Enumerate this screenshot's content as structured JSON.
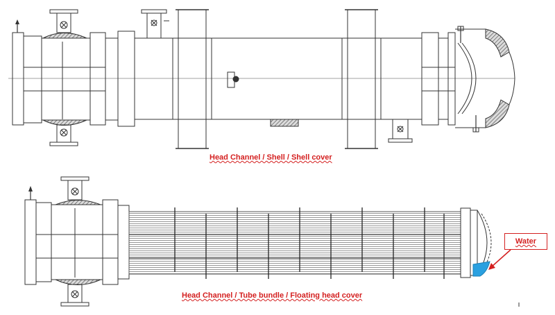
{
  "captions": {
    "top": "Head Channel / Shell / Shell cover",
    "bottom": "Head Channel / Tube bundle / Floating head cover"
  },
  "callout": {
    "label": "Water"
  },
  "colors": {
    "line": "#333333",
    "caption": "#d42020",
    "water": "#2aa0e0",
    "insulation": "#777777"
  }
}
